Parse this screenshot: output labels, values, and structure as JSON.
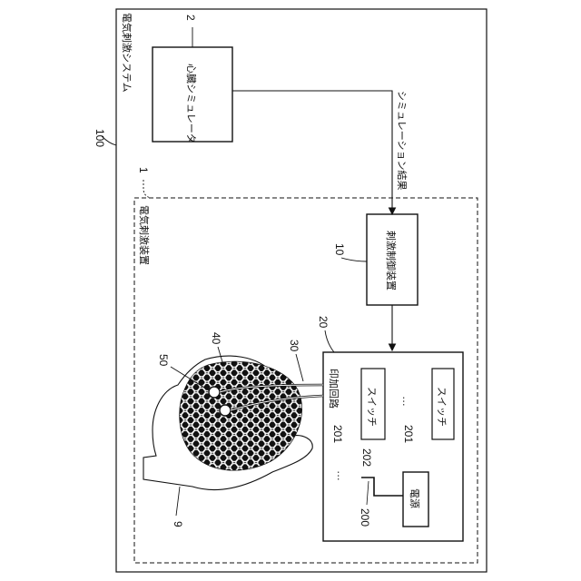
{
  "labels": {
    "system_title": "電気刺激システム",
    "simulator": "心臓シミュレータ",
    "sim_result": "シミュレーション結果",
    "device_title": "電気刺激装置",
    "controller": "刺激制御装置",
    "apply_circuit": "印加回路",
    "switch_top": "スイッチ",
    "switch_bottom": "スイッチ",
    "power": "電源",
    "dots_top": "…",
    "dots_bottom": "…",
    "dots_left": "…"
  },
  "refs": {
    "system": "100",
    "simulator": "2",
    "device": "1",
    "controller": "10",
    "circuit": "20",
    "leads": "30",
    "mesh": "40",
    "electrode": "50",
    "heart": "9",
    "switch_top": "201",
    "switch_bottom": "201",
    "power": "202",
    "circuit_ref": "200"
  }
}
